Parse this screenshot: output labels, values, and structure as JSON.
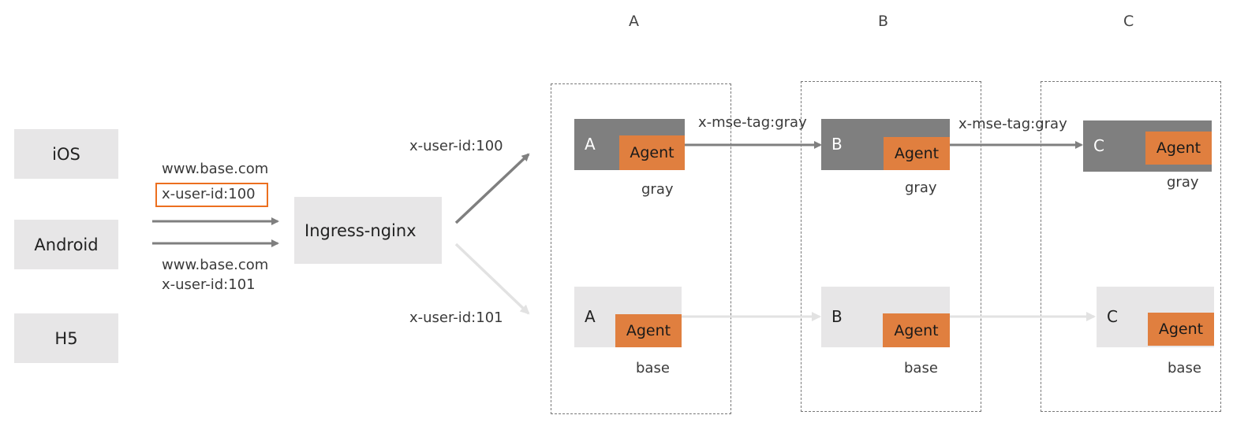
{
  "columns": {
    "a": "A",
    "b": "B",
    "c": "C"
  },
  "clients": [
    "iOS",
    "Android",
    "H5"
  ],
  "requests": {
    "first": {
      "host": "www.base.com",
      "header": "x-user-id:100"
    },
    "second": {
      "host": "www.base.com",
      "header": "x-user-id:101"
    }
  },
  "gateway": "Ingress-nginx",
  "routes": {
    "gray": "x-user-id:100",
    "base": "x-user-id:101"
  },
  "tag_labels": {
    "a_to_b": "x-mse-tag:gray",
    "b_to_c": "x-mse-tag:gray"
  },
  "gray_row": {
    "services": [
      "A",
      "B",
      "C"
    ],
    "agent": "Agent",
    "label": "gray"
  },
  "base_row": {
    "services": [
      "A",
      "B",
      "C"
    ],
    "agent": "Agent",
    "label": "base"
  },
  "colors": {
    "gray_service": "#7f7f7f",
    "base_service": "#e7e6e7",
    "agent": "#e07f3f",
    "highlight": "#ec6f1f",
    "gray_arrow": "#7f7f7f",
    "base_arrow": "#e2e2e2"
  }
}
